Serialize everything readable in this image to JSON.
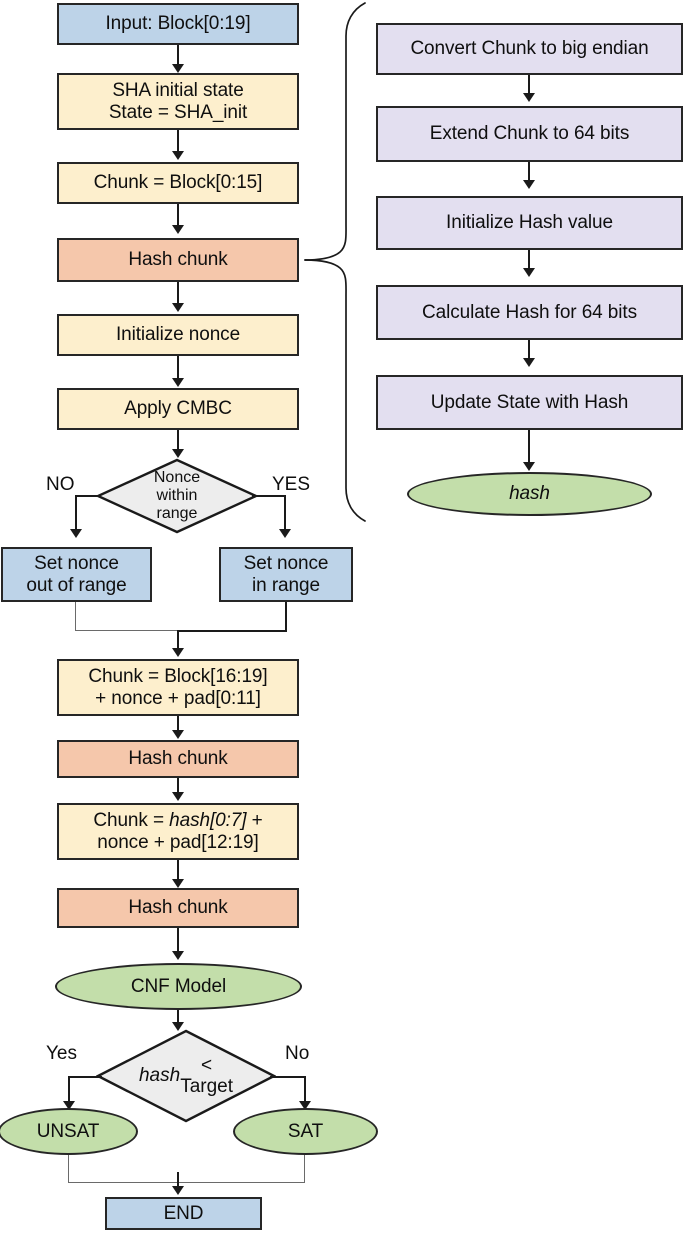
{
  "diagram": {
    "title": "SHA-256 Bitcoin mining CNF encoding flowchart",
    "colors": {
      "blue": "#bdd3e8",
      "cream": "#fdefcd",
      "salmon": "#f5c7ab",
      "lilac": "#e3dff0",
      "green": "#c3deaa",
      "gray": "#ededed",
      "stroke": "#262626",
      "connector": "#1a1a1a"
    }
  },
  "main_flow": {
    "input_block": "Input: Block[0:19]",
    "sha_initial_state": "SHA initial state\nState = SHA_init",
    "chunk_block_0_15": "Chunk = Block[0:15]",
    "hash_chunk_1": "Hash chunk",
    "initialize_nonce": "Initialize nonce",
    "apply_cmbc": "Apply CMBC",
    "nonce_decision": "Nonce\nwithin\nrange",
    "nonce_decision_no": "NO",
    "nonce_decision_yes": "YES",
    "set_nonce_out_of_range": "Set nonce\nout of range",
    "set_nonce_in_range": "Set nonce\nin range",
    "chunk_block_16_19_line1": "Chunk = Block[16:19]",
    "chunk_block_16_19_line2": "+ nonce + pad[0:11]",
    "hash_chunk_2": "Hash chunk",
    "chunk_hash_line1_pre": "Chunk = ",
    "chunk_hash_line1_italic": "hash[0:7]",
    "chunk_hash_line1_post": " +",
    "chunk_hash_line2": "nonce + pad[12:19]",
    "hash_chunk_3": "Hash chunk",
    "cnf_model": "CNF Model",
    "target_decision_italic": "hash",
    "target_decision_rest": " <\nTarget",
    "target_decision_yes": "Yes",
    "target_decision_no": "No",
    "unsat": "UNSAT",
    "sat": "SAT",
    "end": "END"
  },
  "hash_chunk_subflow": {
    "convert_chunk": "Convert Chunk to big endian",
    "extend_chunk": "Extend Chunk to 64 bits",
    "initialize_hash": "Initialize Hash value",
    "calculate_hash": "Calculate Hash for 64 bits",
    "update_state": "Update State with Hash",
    "hash_output": "hash"
  }
}
